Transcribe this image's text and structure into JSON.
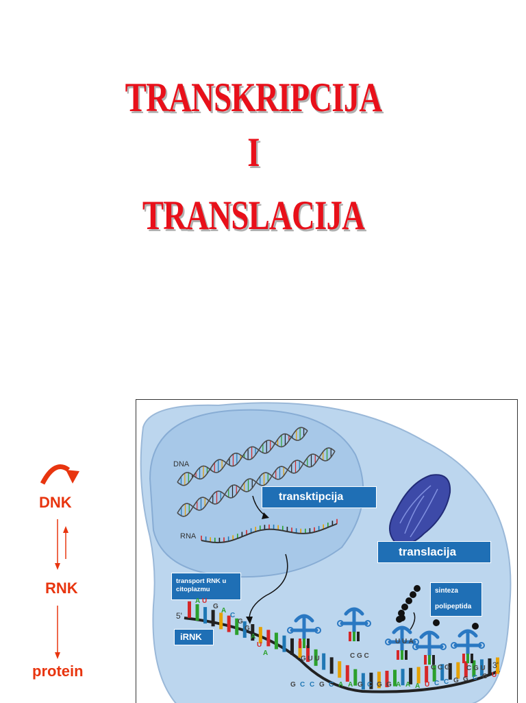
{
  "title": {
    "line1": "TRANSKRIPCIJA",
    "line2": "I",
    "line3": "TRANSLACIJA"
  },
  "flow": {
    "dnk": "DNK",
    "rnk": "RNK",
    "protein": "protein"
  },
  "figure": {
    "dna_label": "DNA",
    "rna_label": "RNA",
    "transcription_box": "transktipcija",
    "translation_box": "translacija",
    "transport_box": "transport RNK u citoplazmu",
    "irnk_box": "iRNK",
    "synthesis_line1": "sinteza",
    "synthesis_line2": "polipeptida",
    "five_prime": "5'",
    "three_prime": "3'",
    "mrna_bases_top": [
      "A",
      "U",
      "G",
      "A",
      "C",
      "G",
      "G",
      "A",
      "U",
      "A"
    ],
    "mrna_bases_bottom": [
      "G",
      "C",
      "C",
      "G",
      "C",
      "A",
      "A",
      "G",
      "C",
      "G",
      "G",
      "A",
      "A",
      "A",
      "U",
      "C",
      "C",
      "G",
      "G",
      "C",
      "G",
      "U"
    ],
    "trna_anticodons": [
      "G U U",
      "C G C",
      "U U A",
      "C C G",
      "C G U"
    ],
    "colors": {
      "cell": "#bcd6ee",
      "nucleus": "#a7c8e8",
      "box": "#1f6fb5",
      "title_red": "#e8101a",
      "flow_orange": "#e8350f"
    }
  }
}
